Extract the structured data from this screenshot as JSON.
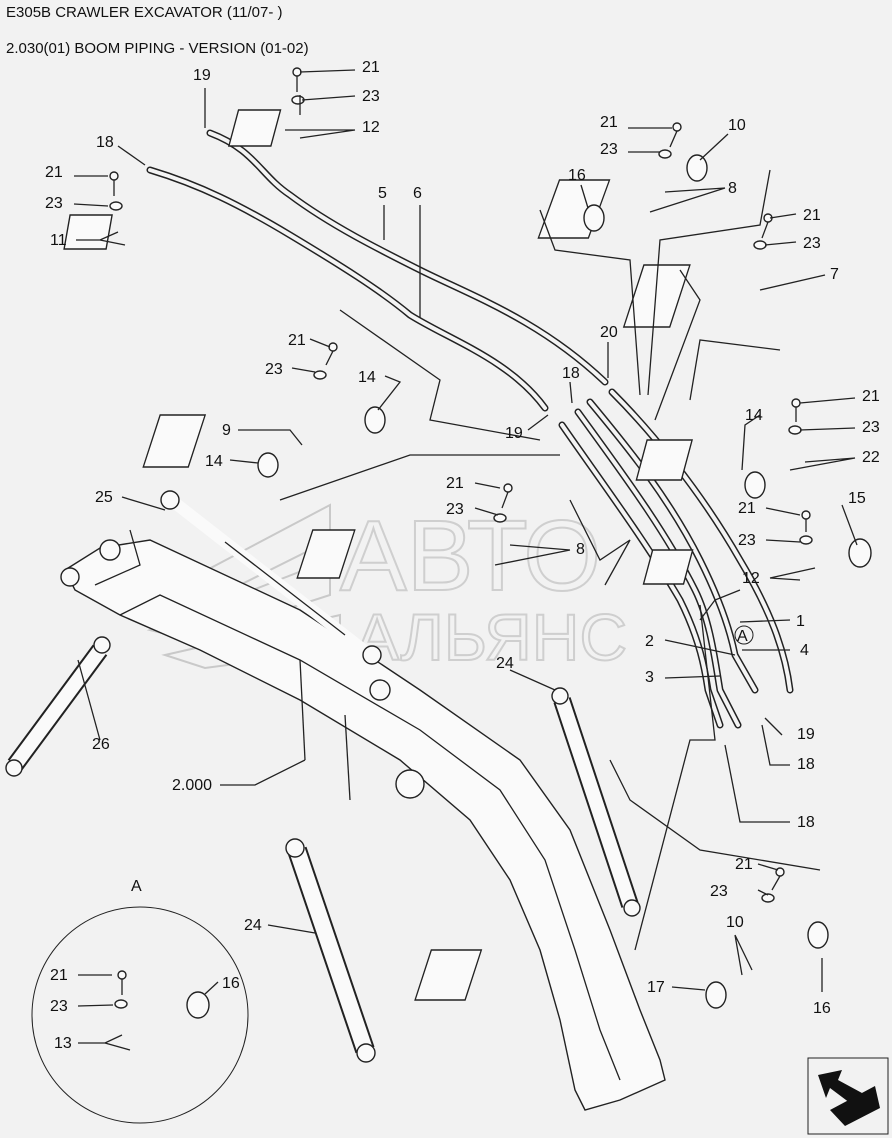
{
  "header": {
    "title": "E305B CRAWLER EXCAVATOR (11/07- )",
    "subtitle": "2.030(01) BOOM PIPING - VERSION (01-02)"
  },
  "diagram": {
    "watermark_top": "АВТО",
    "watermark_bottom": "АЛЬЯНС",
    "detail_label": "A",
    "detail_ref": "A",
    "callouts": [
      "19",
      "21",
      "23",
      "12",
      "18",
      "21",
      "23",
      "11",
      "5",
      "6",
      "21",
      "23",
      "10",
      "16",
      "8",
      "21",
      "23",
      "7",
      "20",
      "18",
      "19",
      "21",
      "23",
      "14",
      "9",
      "14",
      "21",
      "23",
      "8",
      "21",
      "14",
      "23",
      "22",
      "21",
      "15",
      "23",
      "12",
      "1",
      "2",
      "4",
      "3",
      "25",
      "24",
      "19",
      "18",
      "26",
      "2.000",
      "18",
      "21",
      "23",
      "10",
      "24",
      "17",
      "16",
      "21",
      "23",
      "16",
      "13"
    ]
  }
}
